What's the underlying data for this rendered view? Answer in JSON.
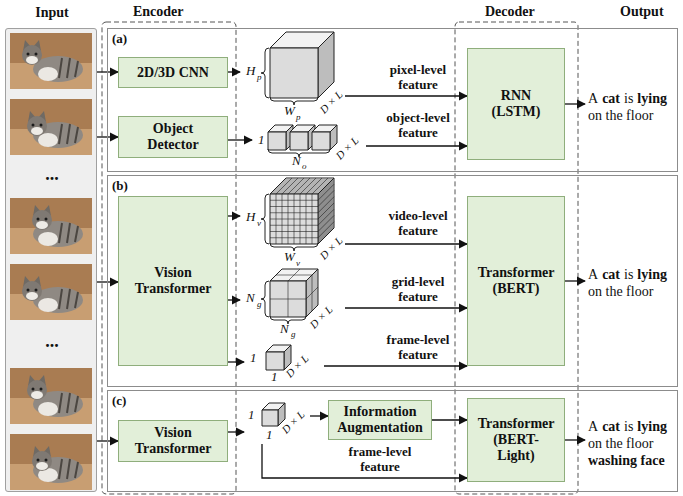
{
  "diagram": {
    "nodes": [
      {
        "text": [
          "Input",
          "...",
          "..."
        ]
      },
      {
        "text": [
          "(a)"
        ]
      },
      {
        "text": [
          "2D/3D CNN"
        ],
        "in": 1
      },
      {
        "text": [
          "Object Detector"
        ],
        "in": 1
      },
      {
        "text": [
          "H",
          "p",
          "W",
          "p",
          "D × L"
        ],
        "in": 1
      },
      {
        "text": [
          "1",
          "N",
          "o",
          "D × L"
        ],
        "in": 1
      },
      {
        "text": [
          "RNN (LSTM)"
        ],
        "in": 1
      },
      {
        "text": [
          "(b)"
        ]
      },
      {
        "text": [
          "Vision Transformer"
        ],
        "in": 7
      },
      {
        "text": [
          "H",
          "v",
          "W",
          "v",
          "D × L"
        ],
        "in": 7
      },
      {
        "text": [
          "N",
          "g",
          "N",
          "g",
          "D × L"
        ],
        "in": 7
      },
      {
        "text": [
          "1",
          "1",
          "D × L"
        ],
        "in": 7
      },
      {
        "text": [
          "Transformer (BERT)"
        ],
        "in": 7
      },
      {
        "text": [
          "(c)"
        ]
      },
      {
        "text": [
          "Vision Transformer"
        ],
        "in": 13
      },
      {
        "text": [
          "1",
          "1",
          "D × L"
        ],
        "in": 13
      },
      {
        "text": [
          "Information Augmentation"
        ],
        "in": 13
      },
      {
        "text": [
          "Transformer (BERT-Light)"
        ],
        "in": 13
      }
    ],
    "edges": [
      {
        "from": 0,
        "to": 2,
        "arrow": "to"
      },
      {
        "from": 0,
        "to": 3,
        "arrow": "to"
      },
      {
        "from": 2,
        "to": 4,
        "arrow": "to"
      },
      {
        "from": 3,
        "to": 5,
        "arrow": "to"
      },
      {
        "from": 4,
        "to": 6,
        "label": "pixel-level feature",
        "arrow": "to"
      },
      {
        "from": 5,
        "to": 6,
        "label": "object-level feature",
        "arrow": "to"
      },
      {
        "from": 0,
        "to": 8,
        "arrow": "to"
      },
      {
        "from": 8,
        "to": 9,
        "arrow": "to"
      },
      {
        "from": 8,
        "to": 10,
        "arrow": "to"
      },
      {
        "from": 8,
        "to": 11,
        "arrow": "to"
      },
      {
        "from": 9,
        "to": 12,
        "label": "video-level feature",
        "arrow": "to"
      },
      {
        "from": 10,
        "to": 12,
        "label": "grid-level feature",
        "arrow": "to"
      },
      {
        "from": 11,
        "to": 12,
        "label": "frame-level feature",
        "arrow": "to"
      },
      {
        "from": 0,
        "to": 14,
        "arrow": "to"
      },
      {
        "from": 14,
        "to": 15,
        "arrow": "to"
      },
      {
        "from": 15,
        "to": 16,
        "arrow": "to"
      },
      {
        "from": 16,
        "to": 17,
        "arrow": "to"
      },
      {
        "from": 15,
        "to": 17,
        "label": "frame-level feature",
        "arrow": "to"
      }
    ],
    "labels": [
      "Encoder",
      "Decoder",
      "Output",
      "A",
      "cat",
      "is",
      "lying",
      "on the floor",
      "A",
      "cat",
      "is",
      "lying",
      "on the floor",
      "A",
      "cat",
      "is",
      "lying",
      "on the floor",
      "washing face"
    ]
  }
}
